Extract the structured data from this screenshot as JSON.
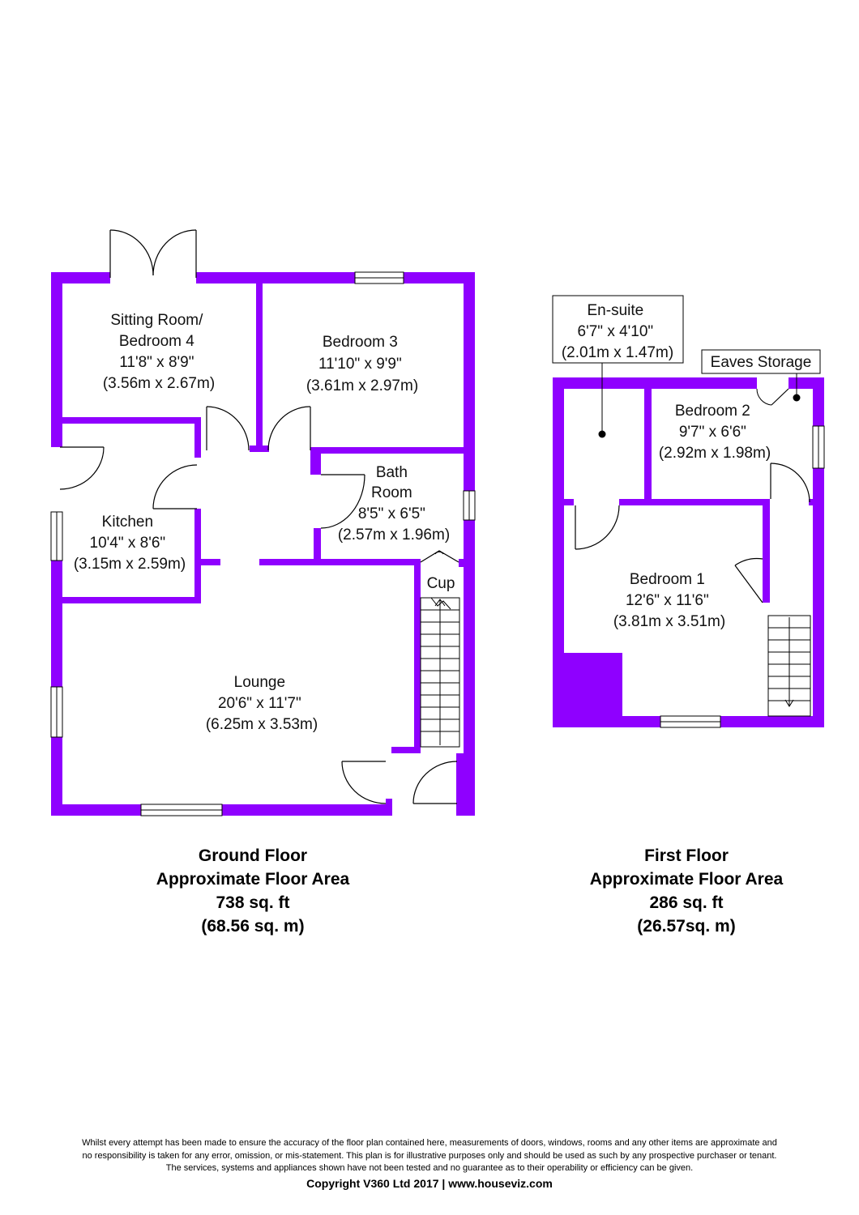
{
  "colors": {
    "wall": "#8f00ff",
    "background": "#ffffff",
    "text": "#000000"
  },
  "ground_floor": {
    "title": "Ground Floor",
    "area_label": "Approximate Floor Area",
    "area_sqft": "738 sq. ft",
    "area_sqm": "(68.56 sq. m)",
    "rooms": {
      "sitting": {
        "name1": "Sitting Room/",
        "name2": "Bedroom 4",
        "imperial": "11'8\" x 8'9\"",
        "metric": "(3.56m x 2.67m)"
      },
      "bedroom3": {
        "name": "Bedroom 3",
        "imperial": "11'10\" x 9'9\"",
        "metric": "(3.61m x 2.97m)"
      },
      "bath": {
        "name1": "Bath",
        "name2": "Room",
        "imperial": "8'5\" x 6'5\"",
        "metric": "(2.57m x 1.96m)"
      },
      "kitchen": {
        "name": "Kitchen",
        "imperial": "10'4\" x 8'6\"",
        "metric": "(3.15m x 2.59m)"
      },
      "cup": {
        "name": "Cup"
      },
      "lounge": {
        "name": "Lounge",
        "imperial": "20'6\" x 11'7\"",
        "metric": "(6.25m x 3.53m)"
      }
    }
  },
  "first_floor": {
    "title": "First Floor",
    "area_label": "Approximate Floor Area",
    "area_sqft": "286 sq. ft",
    "area_sqm": "(26.57sq. m)",
    "rooms": {
      "ensuite": {
        "name": "En-suite",
        "imperial": "6'7\" x 4'10\"",
        "metric": "(2.01m x 1.47m)"
      },
      "eaves": {
        "name": "Eaves Storage"
      },
      "bedroom2": {
        "name": "Bedroom 2",
        "imperial": "9'7\" x 6'6\"",
        "metric": "(2.92m x 1.98m)"
      },
      "bedroom1": {
        "name": "Bedroom 1",
        "imperial": "12'6\" x 11'6\"",
        "metric": "(3.81m x 3.51m)"
      }
    }
  },
  "disclaimer": {
    "line1": "Whilst every attempt has been made to ensure the accuracy of the floor plan contained here, measurements of doors, windows, rooms and any other items are approximate and",
    "line2": "no responsibility is taken for any error, omission, or mis-statement. This plan is for illustrative purposes only and should be used as such by any prospective purchaser or tenant.",
    "line3": "The services, systems and appliances shown have not been tested and no guarantee as to their operability or efficiency can be given."
  },
  "copyright": "Copyright V360 Ltd 2017 | www.houseviz.com"
}
